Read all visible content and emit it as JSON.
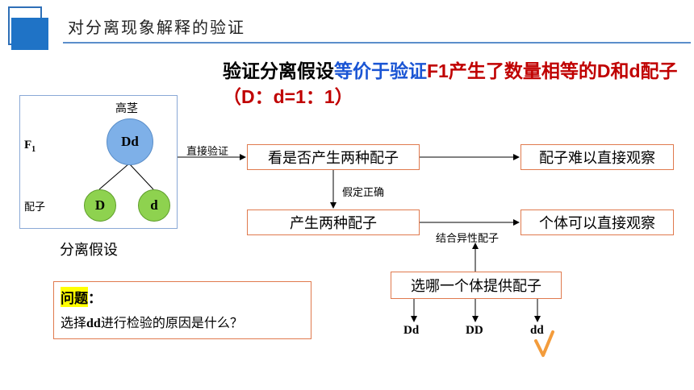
{
  "header": {
    "title": "对分离现象解释的验证"
  },
  "headline": {
    "part_black": "验证分离假设",
    "part_blue": "等价于验证",
    "part_red": "F1产生了数量相等的D和d配子（D：d=1：1）"
  },
  "diagram": {
    "stem_label": "高茎",
    "f1_label": "F",
    "f1_sub": "1",
    "parent": "Dd",
    "gamete_label": "配子",
    "gamete_1": "D",
    "gamete_2": "d",
    "hypothesis_caption": "分离假设"
  },
  "flow": {
    "direct_label": "直接验证",
    "check_box": "看是否产生两种配子",
    "gamete_observe": "配子难以直接观察",
    "assume_label": "假定正确",
    "produce_box": "产生两种配子",
    "individual_observe": "个体可以直接观察",
    "combine_label": "结合异性配子",
    "select_box": "选哪一个体提供配子",
    "options": [
      "Dd",
      "DD",
      "dd"
    ],
    "checkmark": "√"
  },
  "question": {
    "title": "问题",
    "colon": "：",
    "text_prefix": "选择",
    "text_bold": "dd",
    "text_suffix": "进行检验的原因是什么？"
  },
  "colors": {
    "accent": "#1f73c6",
    "box_border": "#e07a4e",
    "node_blue": "#7eb0e8",
    "node_green": "#8ed24f",
    "highlight": "#ffff00",
    "check_orange": "#f39c3c"
  }
}
